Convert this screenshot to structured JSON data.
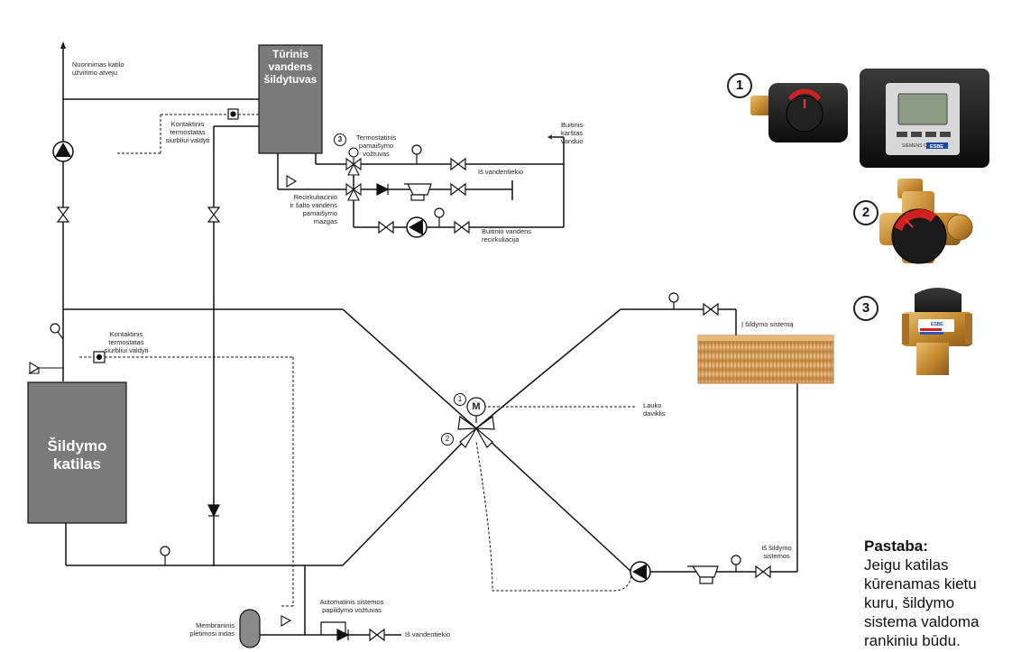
{
  "labels": {
    "boiler": "Šildymo katilas",
    "tank": "Tūrinis vandens šildytuvas",
    "vent": "Nuorinimas katilo užvirimo atveju",
    "thermostat_top": "Kontaktinis termostatas siurbliui valdyti",
    "thermostat_mid": "Kontaktinis termostatas siurbliui valdyti",
    "thermo_valve": "Termostatinis pamaišymo vožtuvas",
    "hot_water": "Buitinis karštas vanduo",
    "from_water_supply_top": "Iš vandentiekio",
    "recirc_node": "Recirkuliacinio ir šalto vandens pamaišymo mazgas",
    "domestic_recirc": "Buitinio vandens recirkuliacija",
    "to_heating": "Į šildymo sistemą",
    "outdoor_sensor": "Lauko daviklis",
    "from_heating": "Iš šildymo sistemos",
    "auto_fill": "Automatinis sistemos papildymo vožtuvas",
    "membrane": "Membraninis plėtimosi indas",
    "from_water_supply_bottom": "Iš vandentiekio"
  },
  "markers": {
    "actuator": "M",
    "m1": "1",
    "m2": "2",
    "m3": "3",
    "p1": "1",
    "p2": "2",
    "p3": "3"
  },
  "products": {
    "p1_display_text": "SIEMENS C",
    "p1_brand": "ESBE",
    "p3_brand": "ESBE"
  },
  "note": {
    "title": "Pastaba:",
    "body": "Jeigu katilas kūrenamas kietu kuru, šildymo sistema valdoma rankiniu būdu."
  },
  "colors": {
    "pipe": "#111111",
    "equipment_fill": "#7a7a7a",
    "radiator": "#d9a562",
    "brass": "#c9953c",
    "actuator_body": "#2a2a2a",
    "accent_red": "#d02020"
  }
}
